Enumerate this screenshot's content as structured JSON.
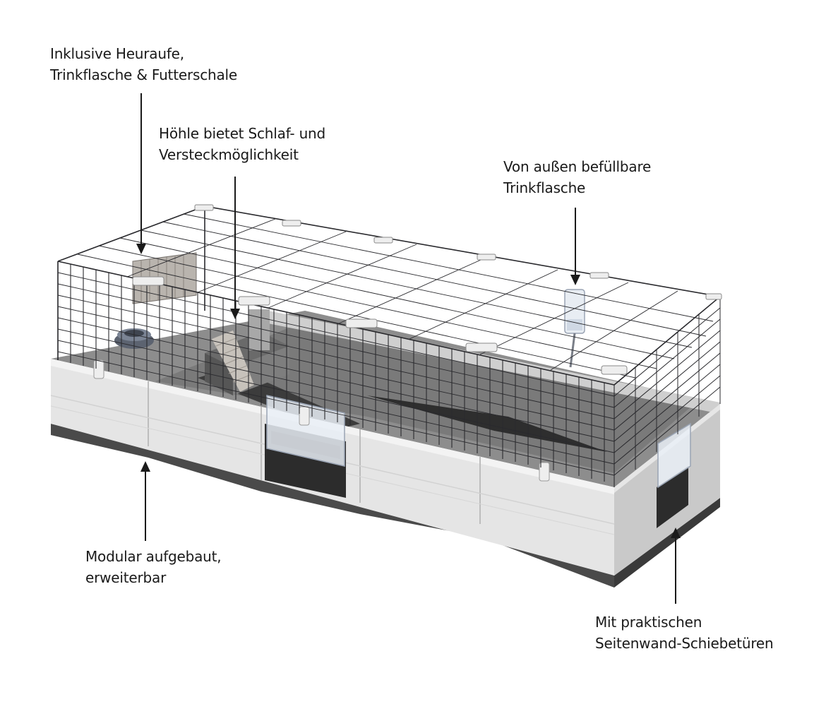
{
  "callouts": [
    {
      "id": "accessories",
      "lines": [
        "Inklusive Heuraufe,",
        "Trinkflasche & Futterschale"
      ]
    },
    {
      "id": "cave",
      "lines": [
        "Höhle bietet Schlaf- und",
        "Versteckmöglichkeit"
      ]
    },
    {
      "id": "bottle",
      "lines": [
        "Von außen befüllbare",
        "Trinkflasche"
      ]
    },
    {
      "id": "modular",
      "lines": [
        "Modular aufgebaut,",
        "erweiterbar"
      ]
    },
    {
      "id": "doors",
      "lines": [
        "Mit praktischen",
        "Seitenwand-Schiebetüren"
      ]
    }
  ],
  "colors": {
    "text": "#1a1a1a",
    "wire": "#2a2a2e",
    "base_panel": "#e4e4e4",
    "base_shadow": "#505050",
    "floor": "#8c8c8c",
    "clip": "#eeeeee"
  }
}
